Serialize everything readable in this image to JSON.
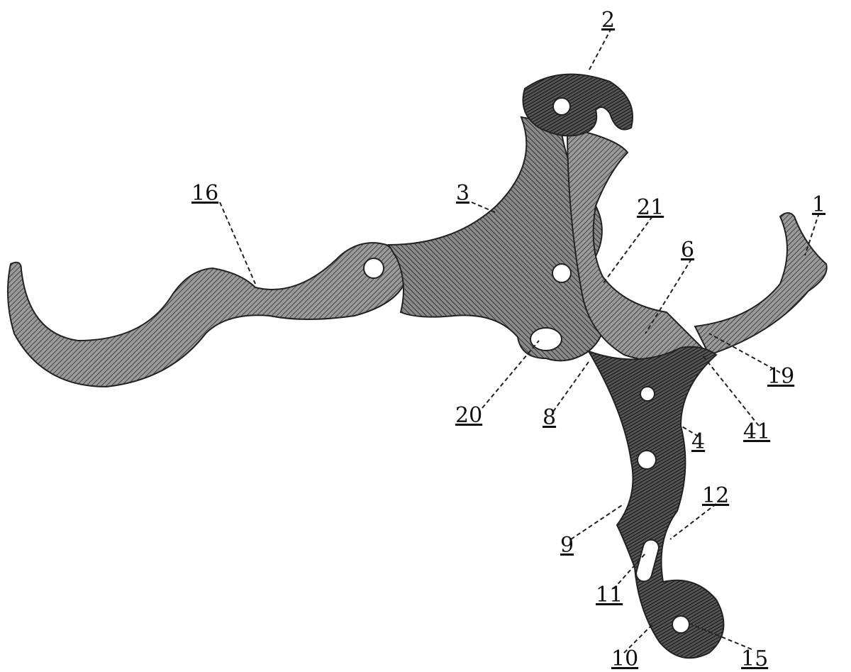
{
  "figure": {
    "labels": [
      {
        "id": "part-2",
        "text": "2"
      },
      {
        "id": "part-16",
        "text": "16"
      },
      {
        "id": "part-3",
        "text": "3"
      },
      {
        "id": "part-21",
        "text": "21"
      },
      {
        "id": "part-1",
        "text": "1"
      },
      {
        "id": "part-6",
        "text": "6"
      },
      {
        "id": "part-19",
        "text": "19"
      },
      {
        "id": "part-20",
        "text": "20"
      },
      {
        "id": "part-8",
        "text": "8"
      },
      {
        "id": "part-41",
        "text": "41"
      },
      {
        "id": "part-4",
        "text": "4"
      },
      {
        "id": "part-12",
        "text": "12"
      },
      {
        "id": "part-9",
        "text": "9"
      },
      {
        "id": "part-11",
        "text": "11"
      },
      {
        "id": "part-10",
        "text": "10"
      },
      {
        "id": "part-15",
        "text": "15"
      }
    ]
  }
}
